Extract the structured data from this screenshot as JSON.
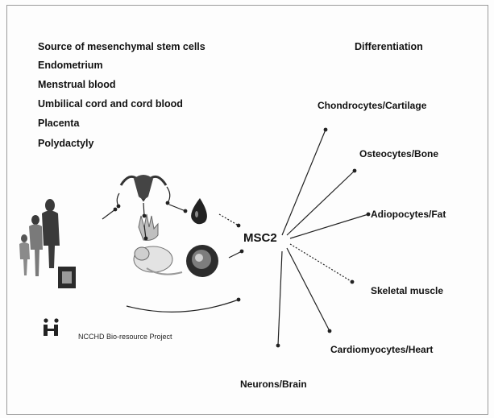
{
  "sources": {
    "title": "Source of mesenchymal stem cells",
    "items": [
      "Endometrium",
      "Menstrual blood",
      "Umbilical cord and cord blood",
      "Placenta",
      "Polydactyly"
    ]
  },
  "center": {
    "label": "MSC2"
  },
  "project": {
    "label": "NCCHD Bio-resource Project"
  },
  "differentiation": {
    "title": "Differentiation",
    "targets": [
      "Chondrocytes/Cartilage",
      "Osteocytes/Bone",
      "Adiopocytes/Fat",
      "Skeletal muscle",
      "Cardiomyocytes/Heart",
      "Neurons/Brain"
    ]
  },
  "colors": {
    "text": "#111111",
    "line": "#222222",
    "frame": "#9a9a9a"
  },
  "icons": [
    "family-figures-icon",
    "photo-card-icon",
    "uterus-icon",
    "blood-drop-icon",
    "newborn-icon",
    "placenta-icon",
    "hand-icon",
    "people-logo-icon"
  ]
}
